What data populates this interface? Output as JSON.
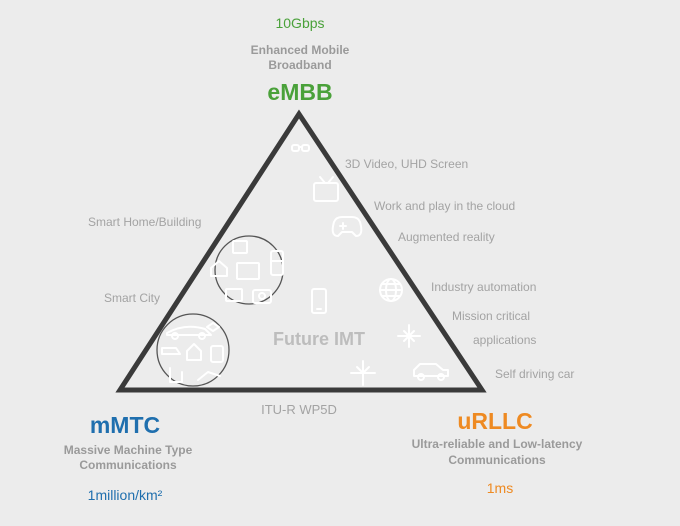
{
  "colors": {
    "background": "#ececec",
    "triangle": "#3a3a3a",
    "embb": "#4aa13a",
    "mmtc": "#1f6fae",
    "urllc": "#ee8a22",
    "label": "#a3a3a3",
    "icon": "#ffffff"
  },
  "embb": {
    "speed": "10Gbps",
    "desc_line1": "Enhanced Mobile",
    "desc_line2": "Broadband",
    "name": "eMBB"
  },
  "mmtc": {
    "name": "mMTC",
    "desc_line1": "Massive Machine Type",
    "desc_line2": "Communications",
    "density": "1million/km²"
  },
  "urllc": {
    "name": "uRLLC",
    "desc_line1": "Ultra-reliable and Low-latency",
    "desc_line2": "Communications",
    "latency": "1ms"
  },
  "center_label": "Future IMT",
  "base_label": "ITU-R WP5D",
  "use_cases": {
    "video": "3D Video, UHD Screen",
    "cloud": "Work and play in the cloud",
    "ar": "Augmented reality",
    "smart_home": "Smart Home/Building",
    "smart_city": "Smart City",
    "industry": "Industry automation",
    "mission_line1": "Mission critical",
    "mission_line2": "applications",
    "self_driving": "Self driving car"
  },
  "icons": [
    "vr-glasses-icon",
    "tv-icon",
    "gamepad-icon",
    "house-icon",
    "monitor-icon",
    "phone-icon",
    "camera-icon",
    "globe-icon",
    "plane-icon",
    "car-icon",
    "smartphone-icon",
    "city-icon"
  ]
}
